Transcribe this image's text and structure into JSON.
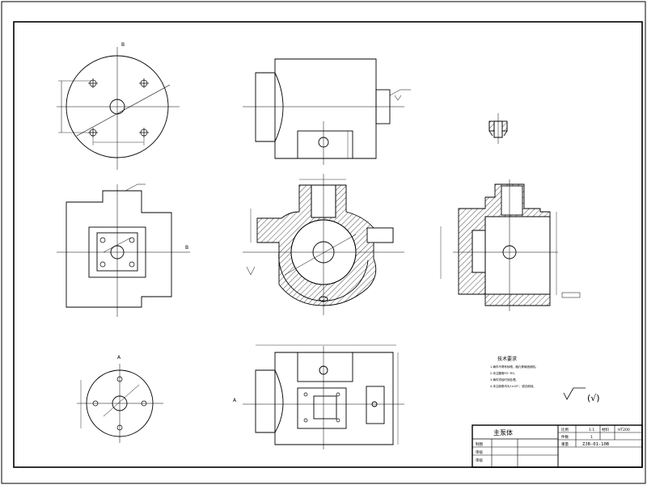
{
  "title_block": {
    "part_name": "主泵体",
    "label_scale": "比例",
    "scale_value": "1:1",
    "label_material": "材料",
    "material_value": "HT200",
    "label_quantity": "件数",
    "quantity_value": "1",
    "label_weight": "重量",
    "drawing_number": "ZJB-01-10B",
    "label_drawn": "制图",
    "label_checked": "审核",
    "label_approved": "审核"
  },
  "technical_requirements": {
    "heading": "技术要求",
    "items": [
      "1.铸件不得有砂眼、缩孔等铸造缺陷。",
      "2.未注圆角R3~R5。",
      "3.铸件须经时效处理。",
      "4.未注倒角均为1×45°，锐边倒钝。"
    ]
  },
  "surface_note": "(√)",
  "section_markers": {
    "top_left": "B",
    "mid_left_right": "B",
    "bottom_left": "A",
    "bottom_middle_left": "A"
  },
  "colors": {
    "line": "#000000",
    "hatch": "#000000",
    "background": "#ffffff"
  }
}
